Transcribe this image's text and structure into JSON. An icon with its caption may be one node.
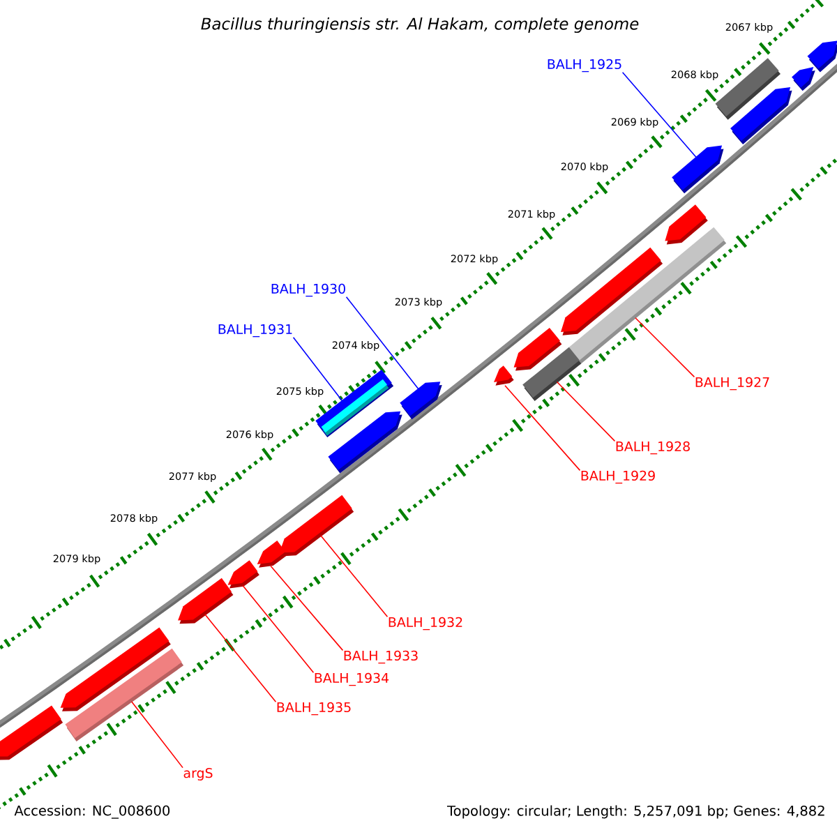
{
  "diagram": {
    "title": "Bacillus thuringiensis str. Al Hakam, complete genome",
    "nodes": [
      {
        "text": [
          "BALH_1925"
        ]
      },
      {
        "text": [
          "BALH_1930"
        ]
      },
      {
        "text": [
          "BALH_1931"
        ]
      },
      {
        "text": [
          "BALH_1927"
        ]
      },
      {
        "text": [
          "BALH_1928"
        ]
      },
      {
        "text": [
          "BALH_1929"
        ]
      },
      {
        "text": [
          "BALH_1932"
        ]
      },
      {
        "text": [
          "BALH_1933"
        ]
      },
      {
        "text": [
          "BALH_1934"
        ]
      },
      {
        "text": [
          "BALH_1935"
        ]
      },
      {
        "text": [
          "argS"
        ]
      },
      {
        "text": [],
        "shape": "arrow"
      },
      {
        "text": [],
        "shape": "arrow"
      },
      {
        "text": [],
        "shape": "bar"
      },
      {
        "text": [],
        "shape": "arrow"
      },
      {
        "text": [],
        "shape": "arrow"
      },
      {
        "text": [],
        "shape": "arrow"
      },
      {
        "text": [],
        "shape": "arrow"
      },
      {
        "text": [],
        "shape": "bar"
      },
      {
        "text": [],
        "shape": "arrow"
      },
      {
        "text": [],
        "shape": "bar"
      },
      {
        "text": [],
        "shape": "arrow"
      },
      {
        "text": [],
        "shape": "arrow"
      },
      {
        "text": [],
        "shape": "bar"
      },
      {
        "text": [],
        "shape": "bar",
        "in": 23
      },
      {
        "text": [],
        "shape": "arrow"
      },
      {
        "text": [],
        "shape": "arrow"
      },
      {
        "text": [],
        "shape": "arrow"
      },
      {
        "text": [],
        "shape": "arrow"
      },
      {
        "text": [],
        "shape": "arrow"
      },
      {
        "text": [],
        "shape": "arrow"
      },
      {
        "text": [],
        "shape": "bar"
      },
      {
        "text": [],
        "shape": "arrow"
      }
    ],
    "edges": [
      {
        "from": 0,
        "to": 15,
        "arrow": "none",
        "color": "#0000ff"
      },
      {
        "from": 1,
        "to": 22,
        "arrow": "none",
        "color": "#0000ff"
      },
      {
        "from": 2,
        "to": 23,
        "arrow": "none",
        "color": "#0000ff"
      },
      {
        "from": 3,
        "to": 18,
        "arrow": "none"
      },
      {
        "from": 4,
        "to": 20,
        "arrow": "none"
      },
      {
        "from": 5,
        "to": 21,
        "arrow": "none"
      },
      {
        "from": 6,
        "to": 26,
        "arrow": "none"
      },
      {
        "from": 7,
        "to": 27,
        "arrow": "none"
      },
      {
        "from": 8,
        "to": 28,
        "arrow": "none"
      },
      {
        "from": 9,
        "to": 29,
        "arrow": "none"
      },
      {
        "from": 10,
        "to": 31,
        "arrow": "none"
      }
    ],
    "labels": [
      "2067 kbp",
      "2068 kbp",
      "2069 kbp",
      "2070 kbp",
      "2071 kbp",
      "2072 kbp",
      "2073 kbp",
      "2074 kbp",
      "2075 kbp",
      "2076 kbp",
      "2077 kbp",
      "2078 kbp",
      "2079 kbp",
      "Accession: NC_008600",
      "Topology: circular; Length: 5,257,091 bp; Genes: 4,882"
    ]
  }
}
